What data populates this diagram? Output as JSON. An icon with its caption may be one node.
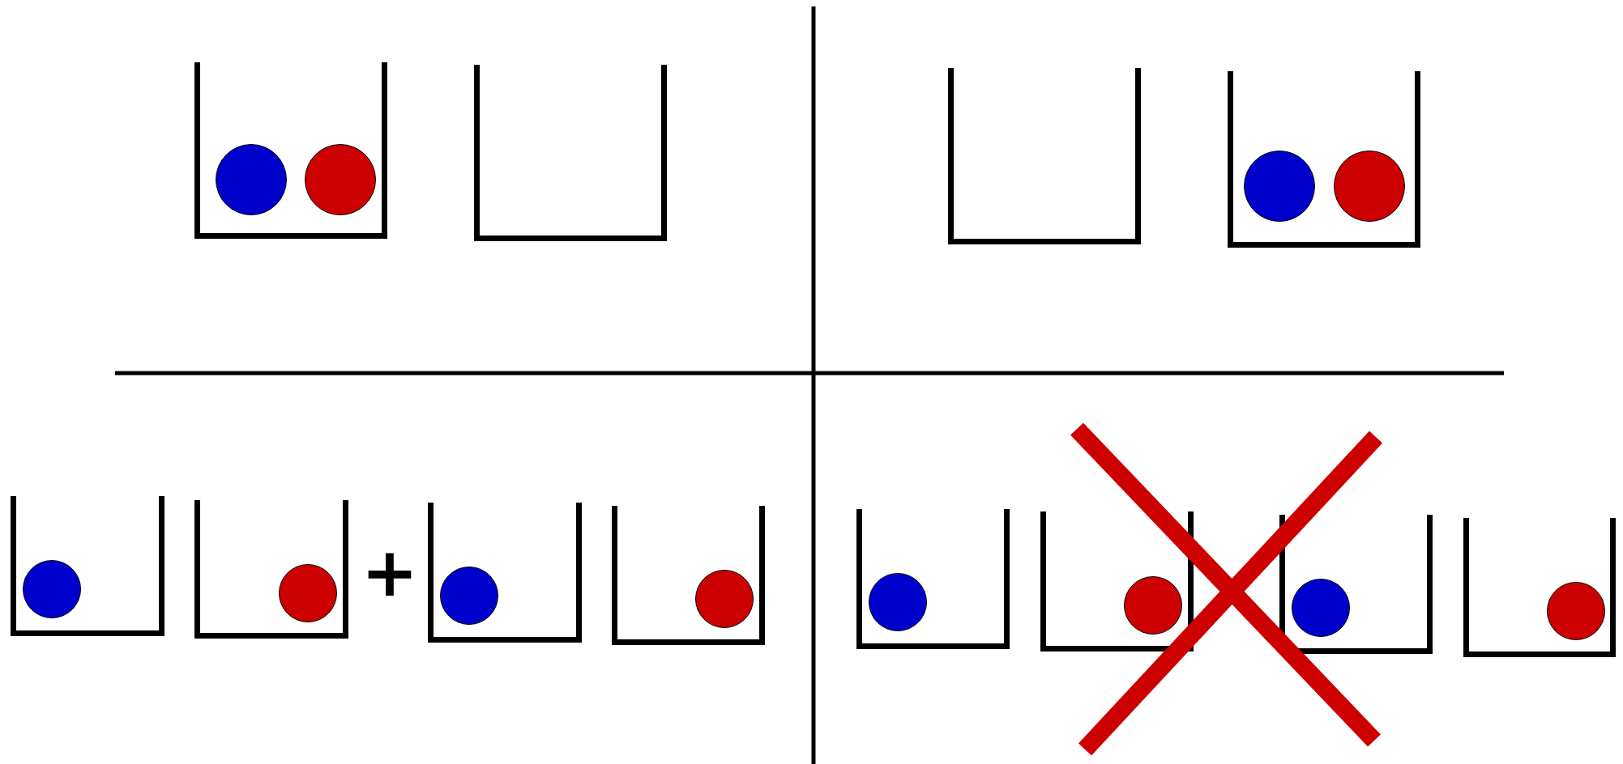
{
  "diagram": {
    "nodes": [
      {
        "text": [],
        "shape": "bucket"
      },
      {
        "text": [],
        "shape": "circle",
        "in": 0
      },
      {
        "text": [],
        "shape": "circle",
        "in": 0
      },
      {
        "text": [],
        "shape": "bucket"
      },
      {
        "text": [],
        "shape": "bucket"
      },
      {
        "text": [],
        "shape": "bucket"
      },
      {
        "text": [],
        "shape": "circle",
        "in": 5
      },
      {
        "text": [],
        "shape": "circle",
        "in": 5
      },
      {
        "text": [],
        "shape": "bucket"
      },
      {
        "text": [],
        "shape": "circle",
        "in": 8
      },
      {
        "text": [],
        "shape": "bucket"
      },
      {
        "text": [],
        "shape": "circle",
        "in": 10
      },
      {
        "text": [],
        "shape": "bucket"
      },
      {
        "text": [],
        "shape": "circle",
        "in": 12
      },
      {
        "text": [],
        "shape": "bucket"
      },
      {
        "text": [],
        "shape": "circle",
        "in": 14
      },
      {
        "text": [],
        "shape": "bucket"
      },
      {
        "text": [],
        "shape": "circle",
        "in": 16
      },
      {
        "text": [],
        "shape": "bucket"
      },
      {
        "text": [],
        "shape": "circle",
        "in": 18
      },
      {
        "text": [],
        "shape": "bucket"
      },
      {
        "text": [],
        "shape": "circle",
        "in": 20
      },
      {
        "text": [],
        "shape": "bucket"
      },
      {
        "text": [],
        "shape": "circle",
        "in": 22
      }
    ],
    "labels": [
      "+"
    ]
  }
}
